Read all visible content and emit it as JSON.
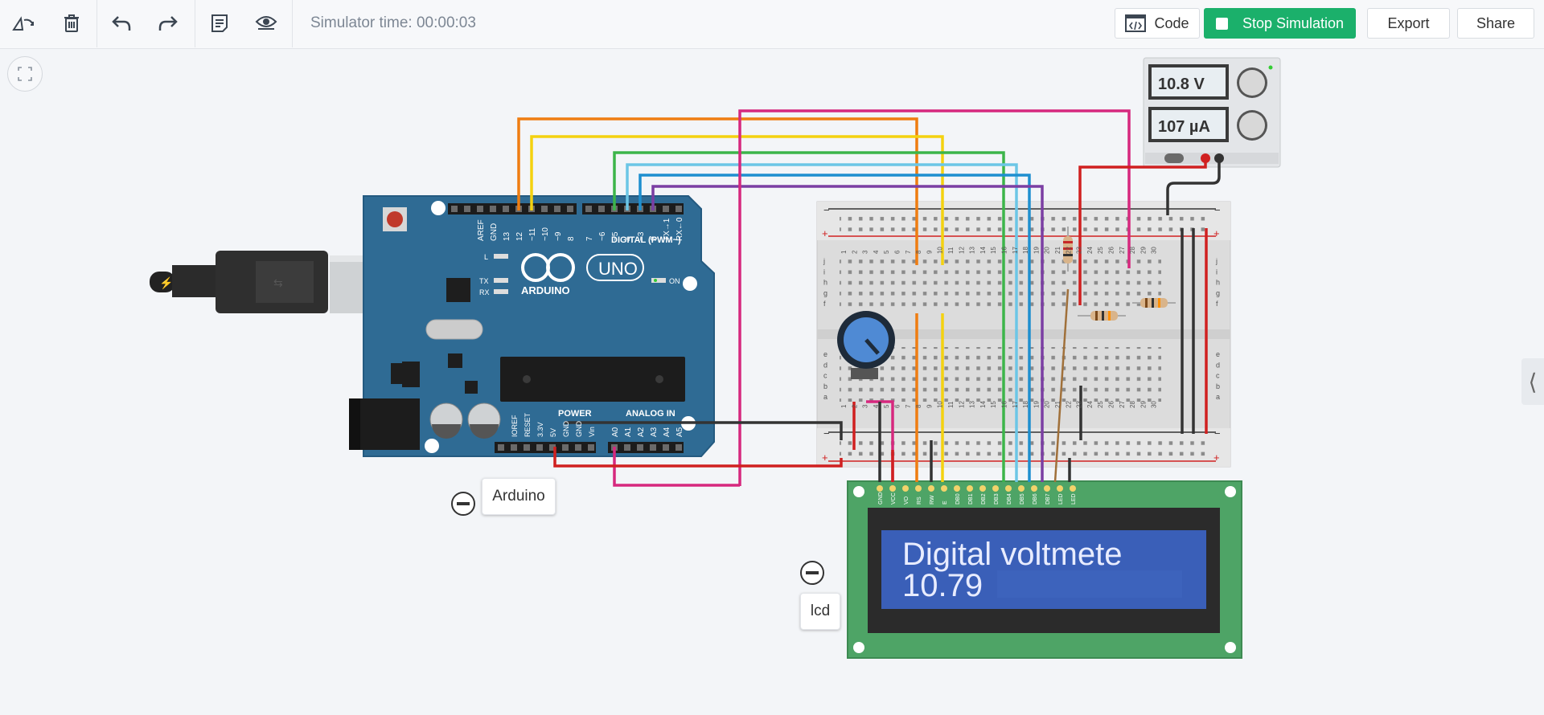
{
  "toolbar": {
    "simulator_time": "Simulator time: 00:00:03",
    "code_label": "Code",
    "stop_label": "Stop Simulation",
    "export_label": "Export",
    "share_label": "Share"
  },
  "components": {
    "arduino_label": "Arduino",
    "lcd_label": "lcd"
  },
  "arduino_board": {
    "brand": "ARDUINO",
    "model": "UNO",
    "digital_header": "DIGITAL (PWM~)",
    "power_header": "POWER",
    "analog_header": "ANALOG IN",
    "on_label": "ON",
    "l_label": "L",
    "tx_label": "TX",
    "rx_label": "RX",
    "digital_pins": [
      "AREF",
      "GND",
      "13",
      "12",
      "~11",
      "~10",
      "~9",
      "8",
      "7",
      "~6",
      "~5",
      "4",
      "~3",
      "2",
      "TX→1",
      "RX←0"
    ],
    "power_pins": [
      "IOREF",
      "RESET",
      "3.3V",
      "5V",
      "GND",
      "GND",
      "Vin"
    ],
    "analog_pins": [
      "A0",
      "A1",
      "A2",
      "A3",
      "A4",
      "A5"
    ]
  },
  "power_supply": {
    "voltage": "10.8 V",
    "current": "107 µA"
  },
  "lcd": {
    "line1": "Digital voltmete",
    "line2": "10.79",
    "pins": [
      "GND",
      "VCC",
      "VO",
      "RS",
      "RW",
      "E",
      "DB0",
      "DB1",
      "DB2",
      "DB3",
      "DB4",
      "DB5",
      "DB6",
      "DB7",
      "LED",
      "LED"
    ]
  },
  "breadboard": {
    "columns": [
      "1",
      "2",
      "3",
      "4",
      "5",
      "6",
      "7",
      "8",
      "9",
      "10",
      "11",
      "12",
      "13",
      "14",
      "15",
      "16",
      "17",
      "18",
      "19",
      "20",
      "21",
      "22",
      "23",
      "24",
      "25",
      "26",
      "27",
      "28",
      "29",
      "30"
    ],
    "rows_top": [
      "j",
      "i",
      "h",
      "g",
      "f"
    ],
    "rows_bottom": [
      "e",
      "d",
      "c",
      "b",
      "a"
    ]
  },
  "colors": {
    "accent_green": "#1bb06b",
    "board_blue": "#2f6b94",
    "lcd_green": "#4ea466",
    "lcd_screen": "#3a5fb8"
  }
}
